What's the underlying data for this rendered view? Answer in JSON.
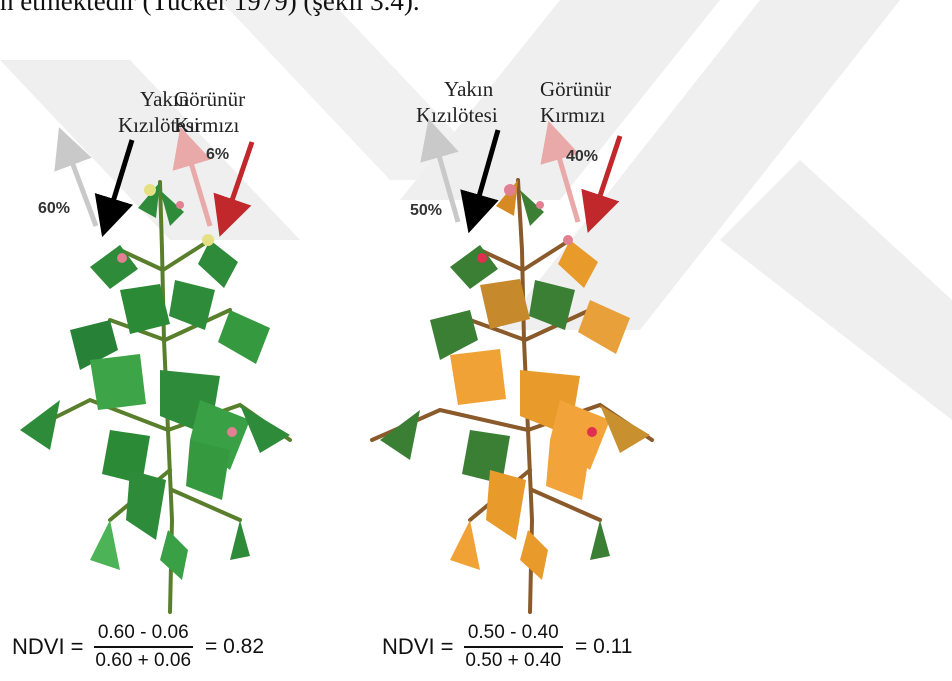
{
  "header_text": "n etmektedir (Tucker 1979) (şekil 3.4).",
  "colors": {
    "healthy_leaf": "#2e8b3a",
    "stressed_leaf": "#e89a2a",
    "nir_arrow_out": "#c9c9c9",
    "red_arrow_out": "#e9a9a9",
    "red_arrow_in": "#c0282c",
    "nir_arrow_in": "#000000",
    "watermark": "#ececec"
  },
  "panels": [
    {
      "nir_label_line1": "Yakın",
      "nir_label_line2": "Kızılötesi",
      "red_label_line1": "Görünür",
      "red_label_line2": "Kırmızı",
      "nir_reflect": "60%",
      "red_reflect": "6%",
      "ndvi_label": "NDVI",
      "numerator": "0.60 -  0.06",
      "denominator": "0.60 + 0.06",
      "result": "= 0.82"
    },
    {
      "nir_label_line1": "Yakın",
      "nir_label_line2": "Kızılötesi",
      "red_label_line1": "Görünür",
      "red_label_line2": "Kırmızı",
      "nir_reflect": "50%",
      "red_reflect": "40%",
      "ndvi_label": "NDVI",
      "numerator": "0.50 -  0.40",
      "denominator": "0.50 + 0.40",
      "result": "= 0.11"
    }
  ]
}
